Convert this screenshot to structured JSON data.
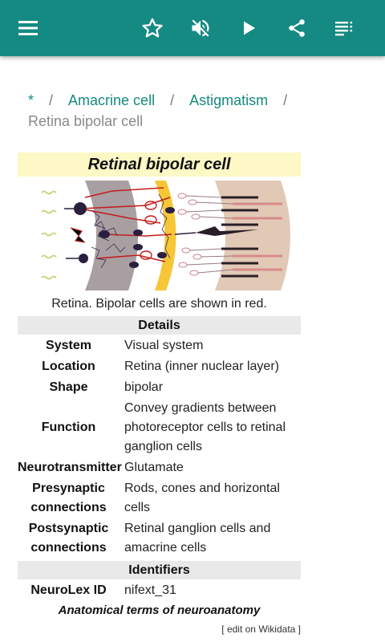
{
  "toolbar": {
    "icons": [
      "menu-icon",
      "star-outline-icon",
      "volume-mute-icon",
      "play-icon",
      "share-icon",
      "playlist-icon"
    ]
  },
  "breadcrumb": {
    "items": [
      "*",
      "Amacrine cell",
      "Astigmatism"
    ],
    "separator": "/",
    "current": "Retina bipolar cell"
  },
  "infobox": {
    "title": "Retinal bipolar cell",
    "caption": "Retina. Bipolar cells are shown in red.",
    "sections": {
      "details": "Details",
      "identifiers": "Identifiers"
    },
    "rows": [
      {
        "label": "System",
        "value": "Visual system"
      },
      {
        "label": "Location",
        "value": "Retina (inner nuclear layer)"
      },
      {
        "label": "Shape",
        "value": "bipolar"
      },
      {
        "label": "Function",
        "value": "Convey gradients between photoreceptor cells to retinal ganglion cells"
      },
      {
        "label": "Neurotransmitter",
        "value": "Glutamate"
      },
      {
        "label": "Presynaptic connections",
        "value": "Rods, cones and horizontal cells"
      },
      {
        "label": "Postsynaptic connections",
        "value": "Retinal ganglion cells and amacrine cells"
      }
    ],
    "identifier_rows": [
      {
        "label": "NeuroLex ID",
        "value": "nifext_31"
      }
    ],
    "nav_link": "Anatomical terms of neuroanatomy",
    "edit_link": "[ edit on Wikidata ]"
  },
  "colors": {
    "appbar": "#148a82",
    "link": "#16897f",
    "title_bg": "#fdf8c6",
    "section_bg": "#e9e9e9"
  }
}
